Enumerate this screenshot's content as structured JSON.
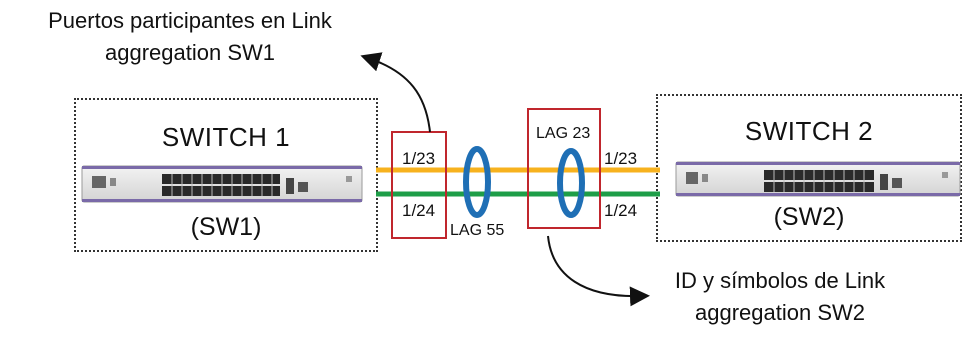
{
  "annotations": {
    "top_left": {
      "line1": "Puertos participantes en Link",
      "line2": "aggregation SW1"
    },
    "bottom_right": {
      "line1": "ID y símbolos de Link",
      "line2": "aggregation SW2"
    }
  },
  "switch1": {
    "title": "SWITCH 1",
    "subtitle": "(SW1)"
  },
  "switch2": {
    "title": "SWITCH 2",
    "subtitle": "(SW2)"
  },
  "ports_sw1": {
    "top": "1/23",
    "bottom": "1/24"
  },
  "ports_sw2": {
    "top": "1/23",
    "bottom": "1/24"
  },
  "lag_sw1": {
    "label": "LAG 55"
  },
  "lag_sw2": {
    "label": "LAG 23"
  },
  "colors": {
    "link_top": "#f7b21e",
    "link_bottom": "#1e9e48",
    "lag_ring": "#1f6fb5",
    "highlight_box": "#c0262d"
  }
}
